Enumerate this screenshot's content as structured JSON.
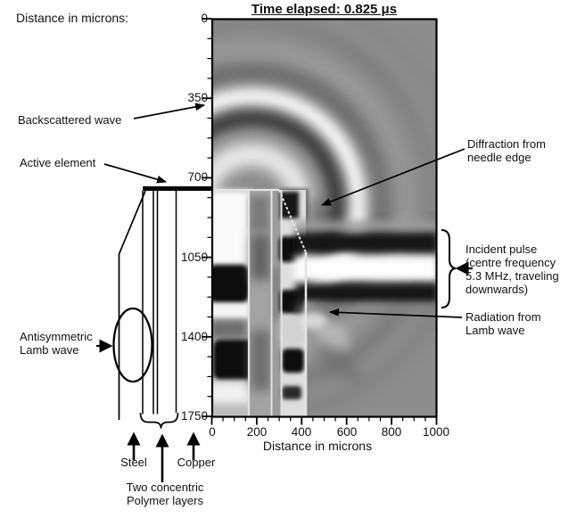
{
  "figure": {
    "top_left_axis_caption": "Distance in microns:",
    "title": "Time elapsed: 0.825 μs"
  },
  "chart_data": {
    "type": "heatmap",
    "title": "Time elapsed: 0.825 μs",
    "xlabel": "Distance in microns",
    "ylabel": "Distance in microns",
    "xticks": [
      "0",
      "200",
      "400",
      "600",
      "800",
      "1000"
    ],
    "yticks": [
      "0",
      "350",
      "700",
      "1050",
      "1400",
      "1750"
    ],
    "xlim": [
      0,
      1000
    ],
    "ylim": [
      0,
      1750
    ],
    "y_direction": "down",
    "palette": "grayscale",
    "legend": "none"
  },
  "annotations": {
    "backscattered": "Backscattered wave",
    "active_element": "Active element",
    "antisymmetric": "Antisymmetric\nLamb wave",
    "diffraction": "Diffraction from\nneedle edge",
    "incident": "Incident pulse\n(centre frequency\n5.3 MHz, traveling\ndownwards)",
    "radiation": "Radiation from\nLamb wave",
    "steel": "Steel",
    "copper": "Copper",
    "polymer": "Two concentric\nPolymer layers"
  },
  "colors": {
    "field_background": "#8d8d8d",
    "wave_bright": "#fdfdfd",
    "wave_dark": "#161616",
    "frame": "#000000",
    "text": "#111111",
    "overlay_lines": "#e3e3e3"
  }
}
